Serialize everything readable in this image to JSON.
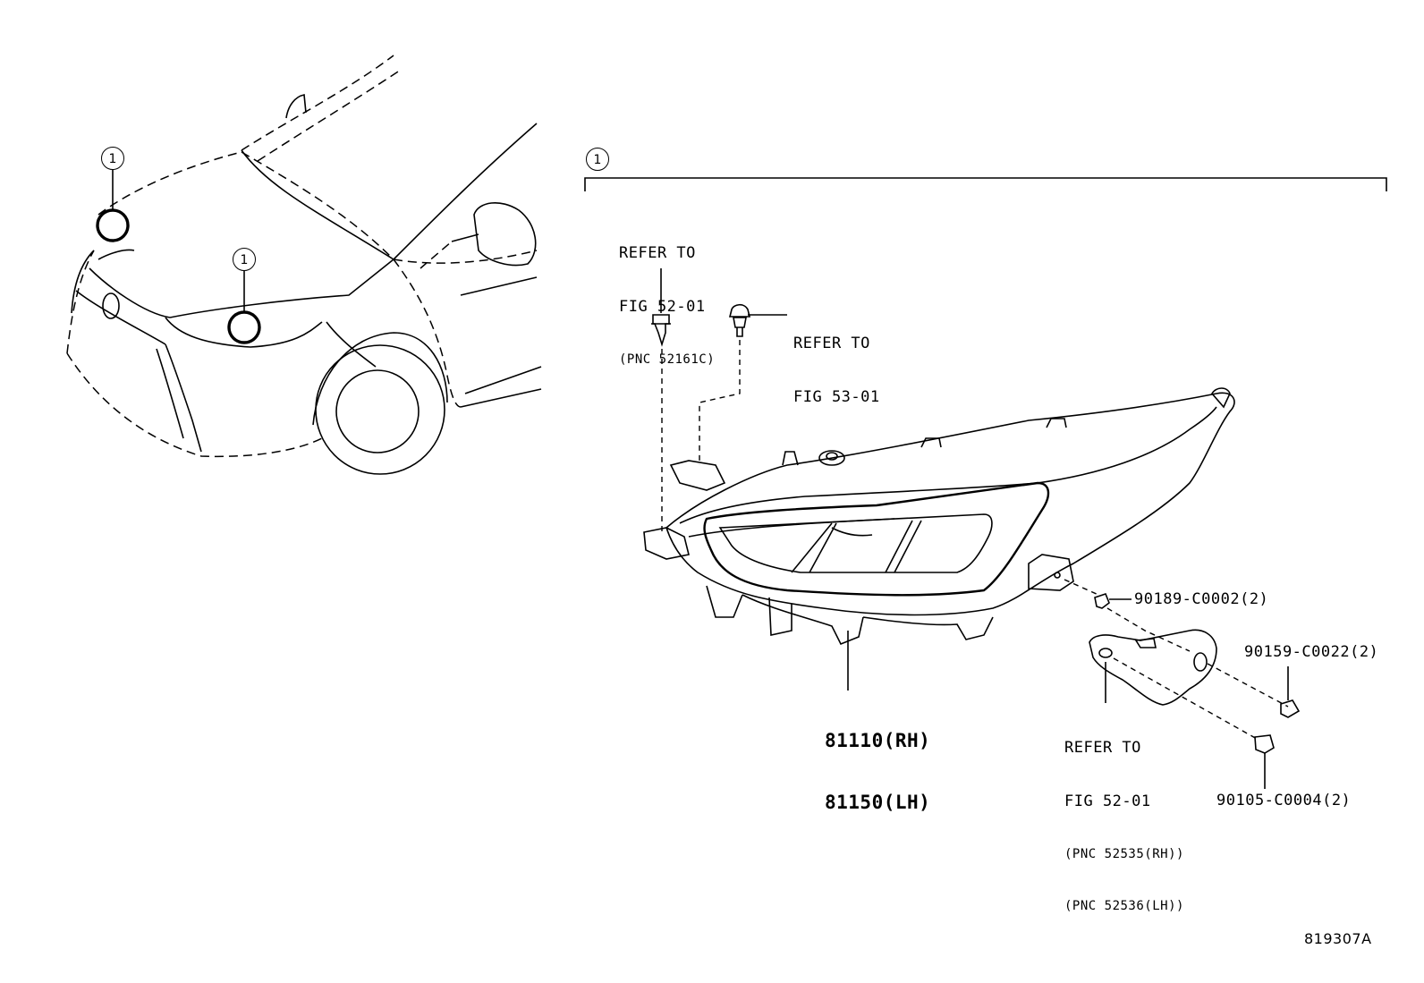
{
  "callout_number": "1",
  "labels": {
    "refer_bolt_left": [
      "REFER TO",
      "FIG 52-01",
      "(PNC 52161C)"
    ],
    "refer_clip": [
      "REFER TO",
      "FIG 53-01"
    ],
    "part_headlamp": [
      "81110(RH)",
      "81150(LH)"
    ],
    "part_90189": "90189-C0002(2)",
    "part_90159": "90159-C0022(2)",
    "refer_bracket": [
      "REFER TO",
      "FIG 52-01",
      "(PNC 52535(RH))",
      "(PNC 52536(LH))"
    ],
    "part_90105": "90105-C0004(2)",
    "diagram_id": "819307A"
  }
}
